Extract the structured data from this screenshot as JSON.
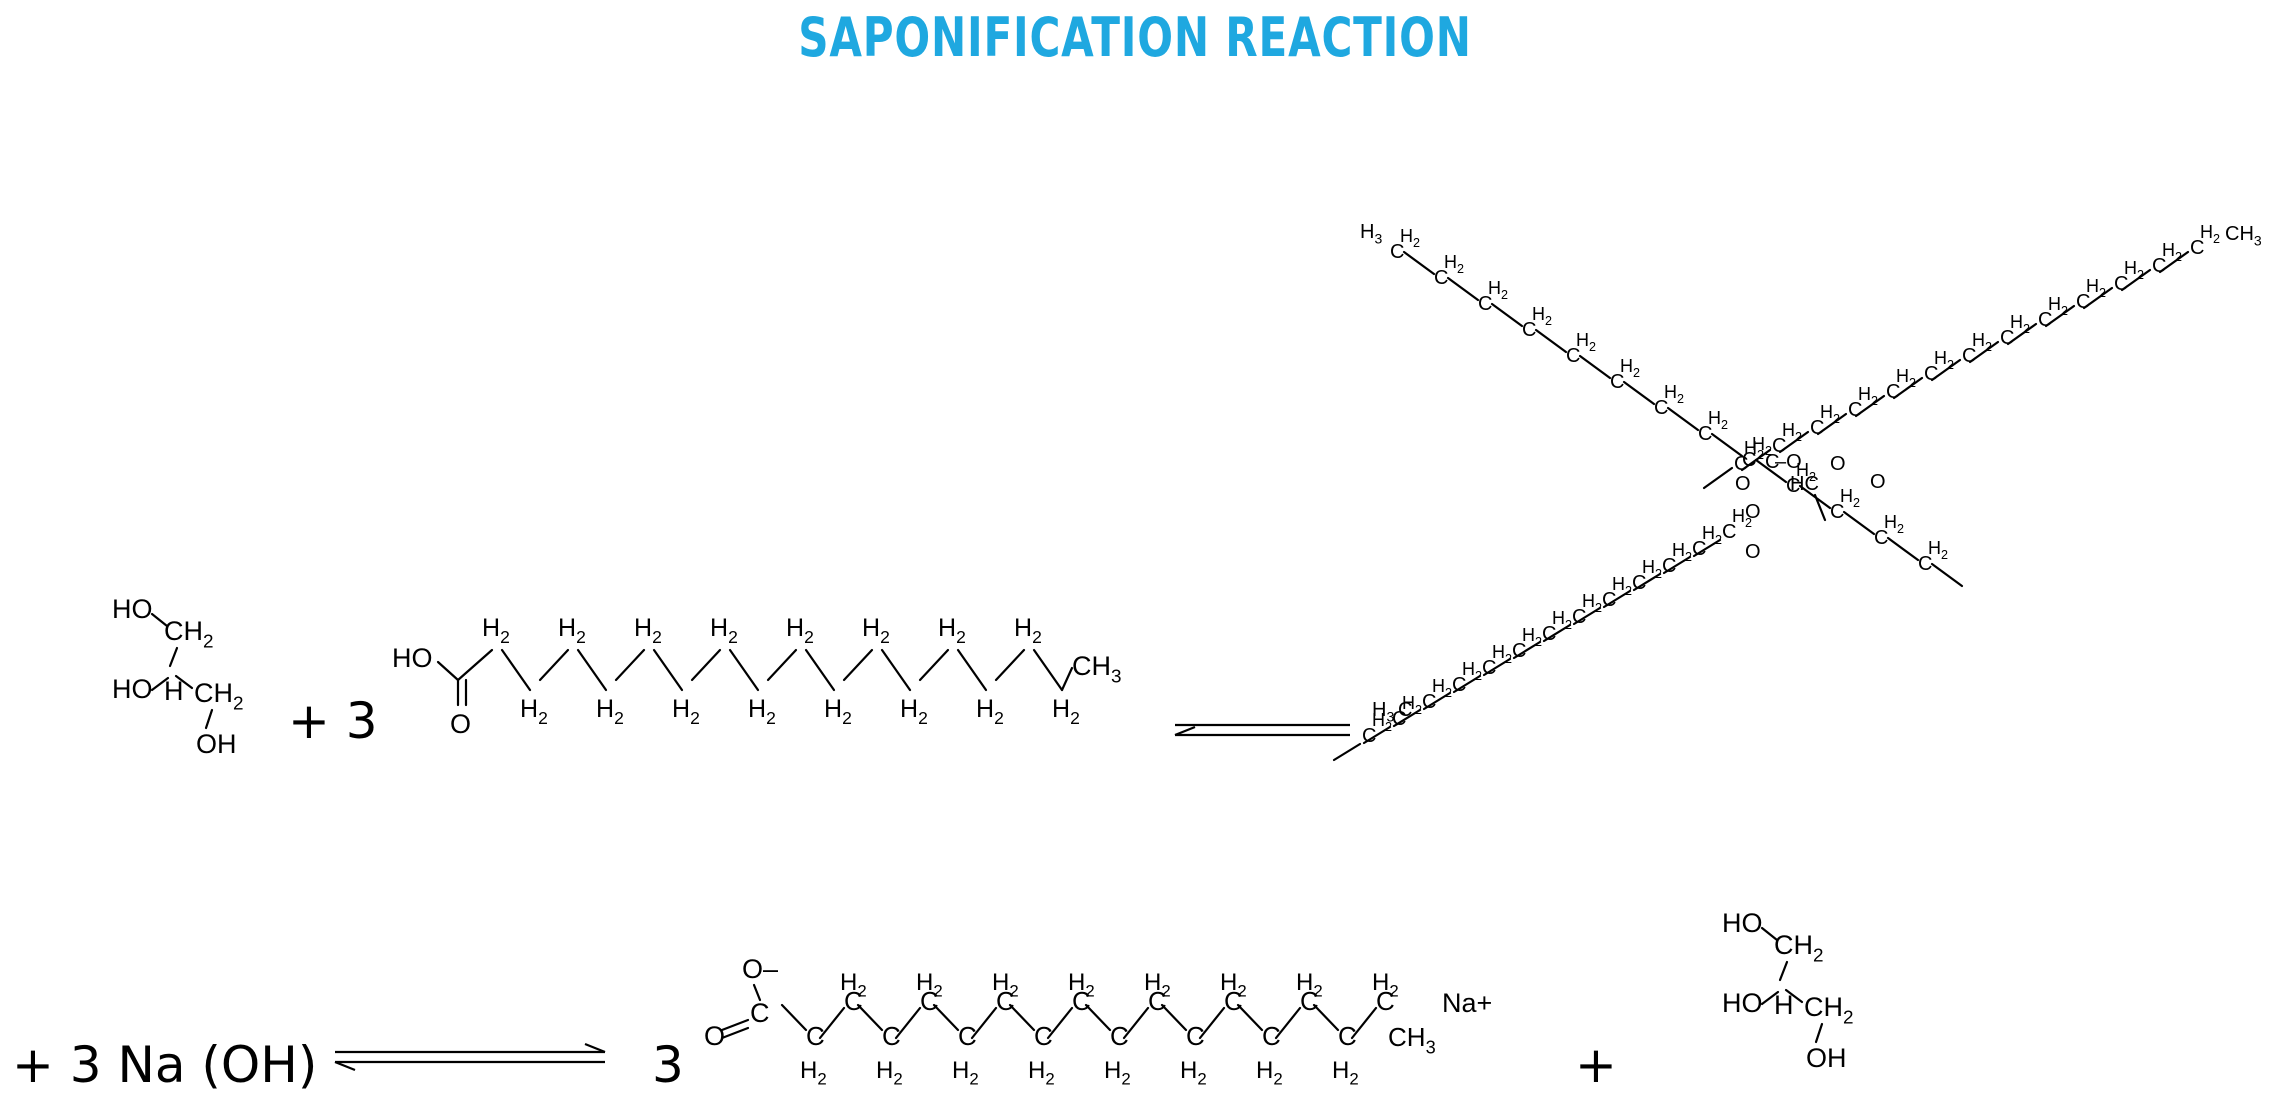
{
  "title": "SAPONIFICATION REACTION",
  "equation_1": {
    "glycerol": {
      "lines": [
        "HO",
        "CH2",
        "HO",
        "H",
        "CH2",
        "OH"
      ],
      "label_ho_top": "HO",
      "label_ch2_top": "CH2",
      "label_ho_mid": "HO",
      "label_h": "H",
      "label_ch2_mid": "CH2",
      "label_oh": "OH"
    },
    "plus_coefficient": "+ 3",
    "fatty_acid": {
      "hydroxyl": "HO",
      "carbonyl_o": "O",
      "methylene": "H2",
      "terminal": "CH3"
    },
    "triglyceride_atoms": {
      "carbon": "C",
      "hydrogen": "H",
      "oxygen": "O",
      "sub_2": "2",
      "sub_3": "3",
      "terminal_top_left": "H3C",
      "terminal_top_right": "CH3",
      "terminal_bottom": "H3C",
      "glycerol_h": "HC"
    }
  },
  "equation_2": {
    "reagent": "+ 3 Na (OH)",
    "coefficient": "3",
    "soap": {
      "carboxylate_o": "O–",
      "carbonyl_o": "O",
      "terminal": "CH3",
      "counter_ion": "Na+"
    },
    "plus": "+",
    "glycerol": {
      "label_ho_top": "HO",
      "label_ch2_top": "CH2",
      "label_ho_mid": "HO",
      "label_h": "H",
      "label_ch2_mid": "CH2",
      "label_oh": "OH"
    }
  }
}
